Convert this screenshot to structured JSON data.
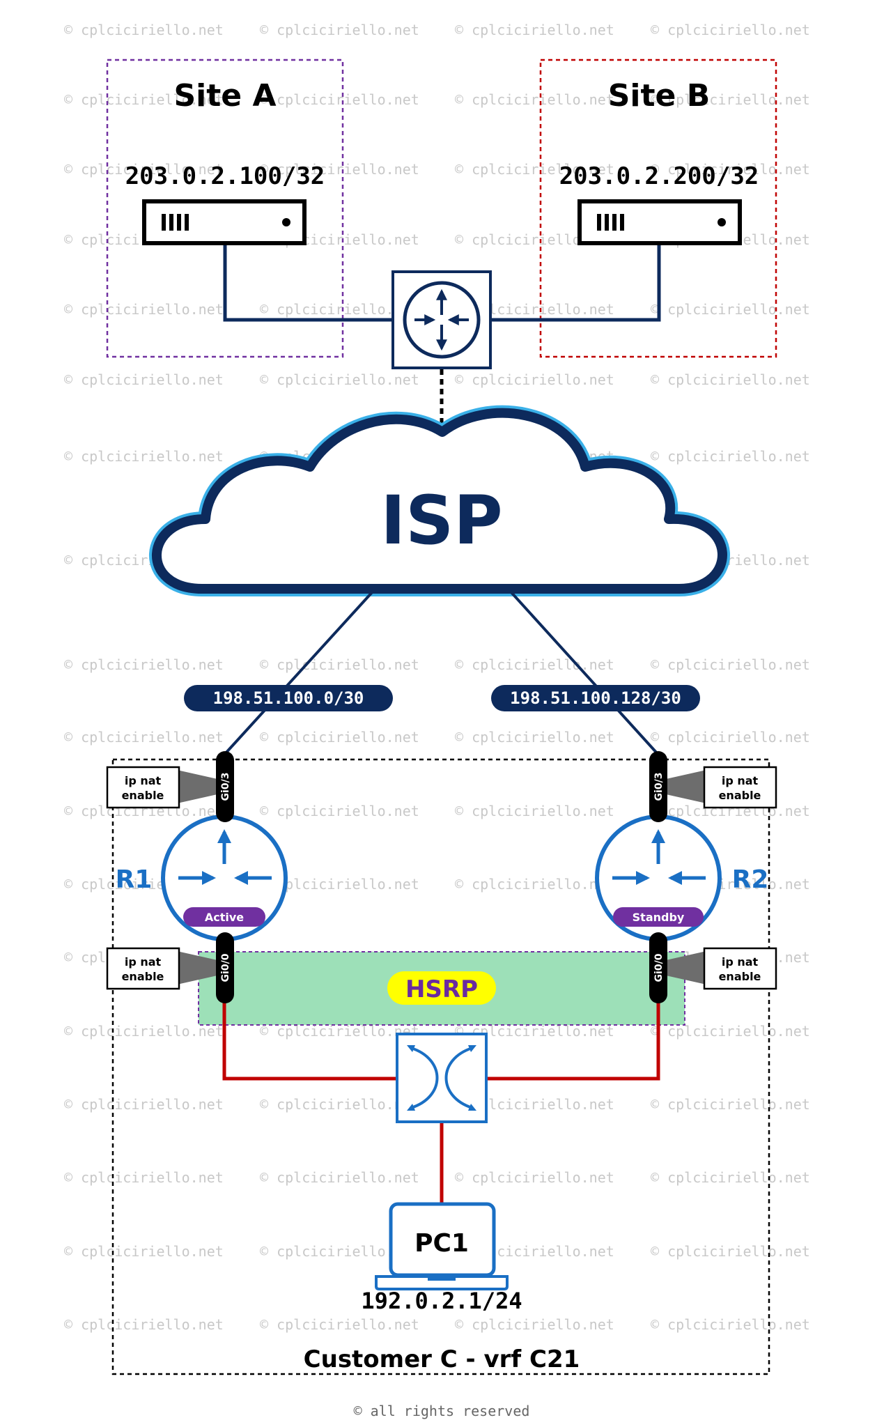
{
  "watermark": "© cplciciriello.net",
  "site_a": {
    "title": "Site A",
    "ip": "203.0.2.100/32",
    "border_color": "#7030a0"
  },
  "site_b": {
    "title": "Site B",
    "ip": "203.0.2.200/32",
    "border_color": "#c00000"
  },
  "isp": {
    "label": "ISP",
    "fill": "#ffffff",
    "outline_color": "#0d2a5c",
    "glow_color": "#3ab0e8"
  },
  "subnets": {
    "left": "198.51.100.0/30",
    "right": "198.51.100.128/30"
  },
  "r1": {
    "name": "R1",
    "state": "Active",
    "wan_port": "Gi0/3",
    "lan_port": "Gi0/0",
    "wan_nat_line1": "ip nat",
    "wan_nat_line2": "enable",
    "lan_nat_line1": "ip nat",
    "lan_nat_line2": "enable"
  },
  "r2": {
    "name": "R2",
    "state": "Standby",
    "wan_port": "Gi0/3",
    "lan_port": "Gi0/0",
    "wan_nat_line1": "ip nat",
    "wan_nat_line2": "enable",
    "lan_nat_line1": "ip nat",
    "lan_nat_line2": "enable"
  },
  "hsrp": {
    "label": "HSRP",
    "fill": "#9de0b8",
    "badge_color": "#ffff00"
  },
  "pc1": {
    "name": "PC1",
    "ip": "192.0.2.1/24"
  },
  "customer": {
    "label": "Customer C - vrf C21"
  },
  "copyright": "© all rights reserved",
  "colors": {
    "navy": "#0d2a5c",
    "router_blue": "#1a6fc4",
    "lan_red": "#c00000",
    "state_purple": "#7030a0"
  },
  "icons": {
    "server": "server-icon",
    "core_router": "router-icon",
    "cloud": "cloud-icon",
    "switch": "switch-icon",
    "laptop": "laptop-icon"
  }
}
